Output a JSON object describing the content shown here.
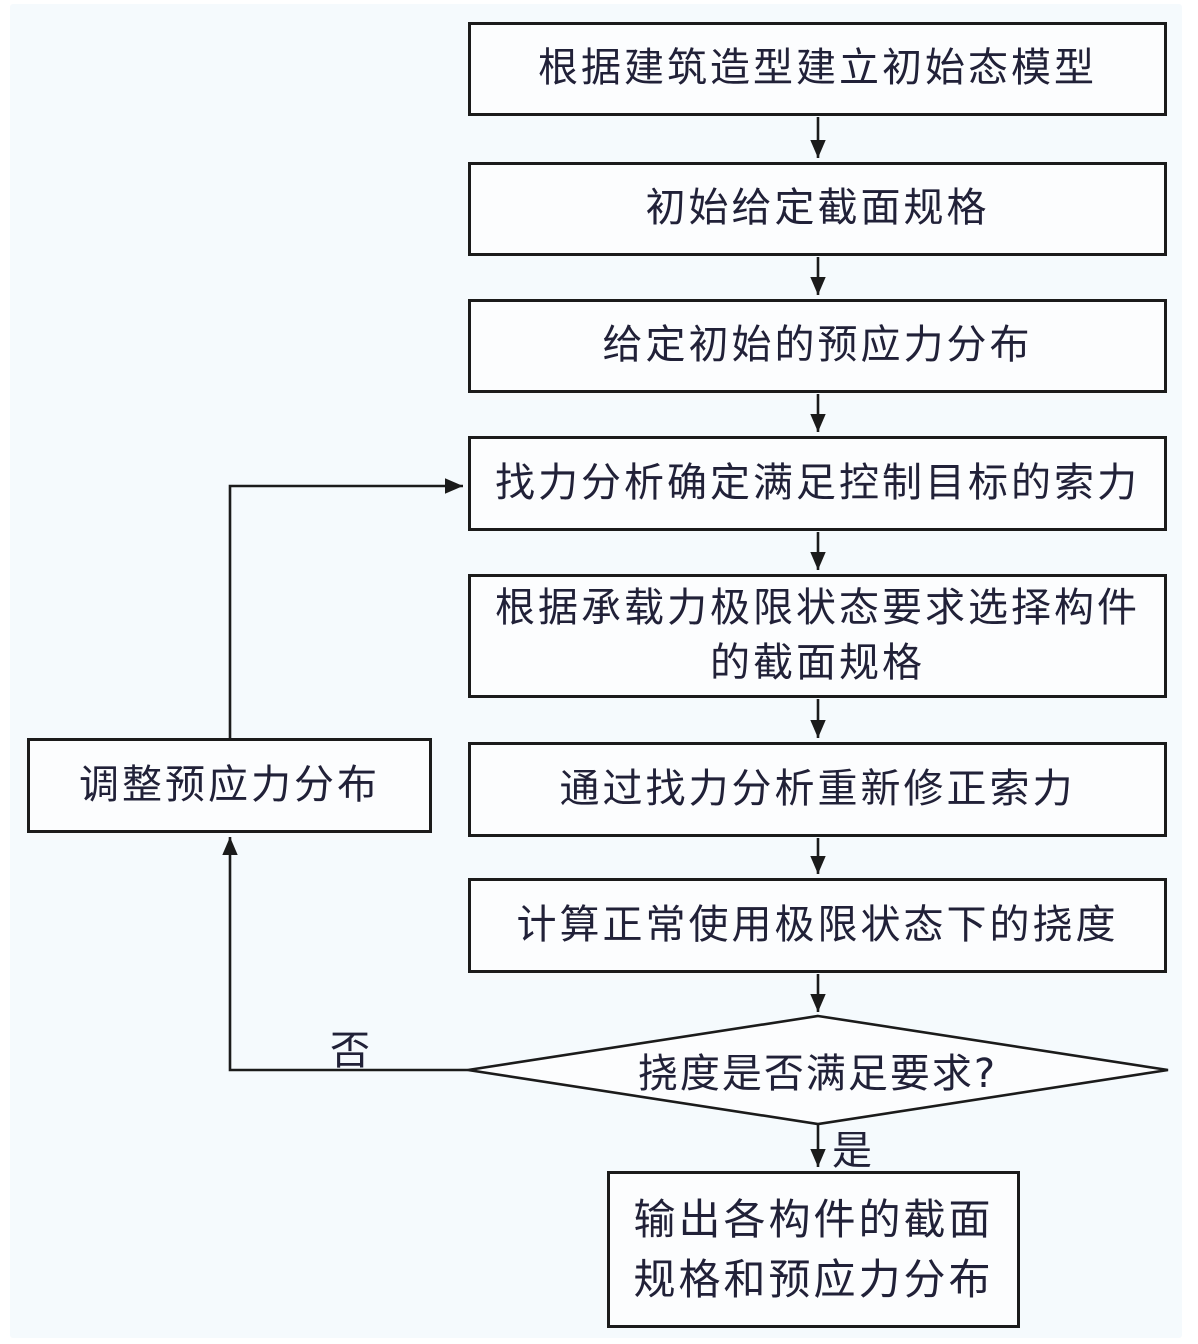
{
  "colors": {
    "canvas_background": "#f5fafd",
    "node_fill": "#fcfdfe",
    "line_color": "#1b1b1b",
    "text_color": "#212138"
  },
  "flowchart": {
    "nodes": {
      "build_model": {
        "label": "根据建筑造型建立初始态模型"
      },
      "initial_section": {
        "label": "初始给定截面规格"
      },
      "initial_prestress": {
        "label": "给定初始的预应力分布"
      },
      "force_finding": {
        "label": "找力分析确定满足控制目标的索力"
      },
      "select_section": {
        "label": "根据承载力极限状态要求选择构件\n的截面规格"
      },
      "revise_cable_force": {
        "label": "通过找力分析重新修正索力"
      },
      "calc_deflection": {
        "label": "计算正常使用极限状态下的挠度"
      },
      "deflection_check": {
        "label": "挠度是否满足要求?"
      },
      "adjust_prestress": {
        "label": "调整预应力分布"
      },
      "output_result": {
        "label": "输出各构件的截面\n规格和预应力分布"
      }
    },
    "edge_labels": {
      "yes": "是",
      "no": "否"
    }
  }
}
